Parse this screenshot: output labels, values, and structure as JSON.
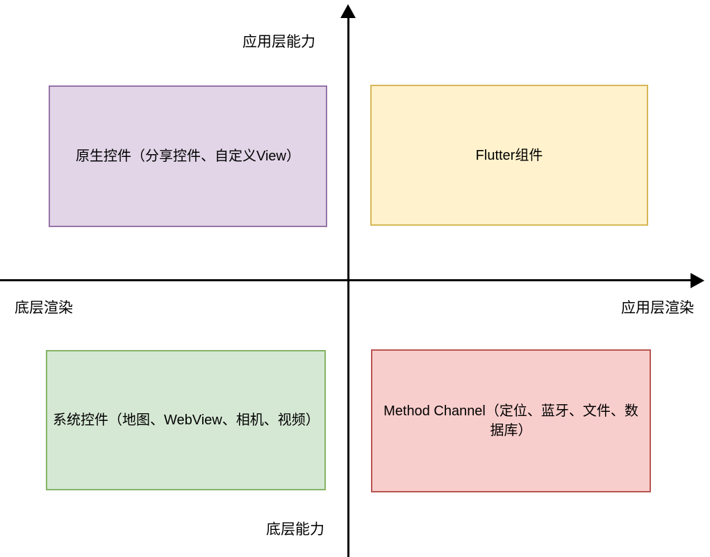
{
  "diagram": {
    "type": "quadrant-chart",
    "background": "#ffffff",
    "axes": {
      "vertical": {
        "name": "capability-axis",
        "top_label": "应用层能力",
        "bottom_label": "底层能力",
        "color": "#000000",
        "arrow_direction": "up"
      },
      "horizontal": {
        "name": "rendering-axis",
        "left_label": "底层渲染",
        "right_label": "应用层渲染",
        "color": "#000000",
        "arrow_direction": "right"
      }
    },
    "quadrants": [
      {
        "id": "top-left",
        "name": "native-widgets",
        "text": "原生控件（分享控件、自定义View）",
        "fill": "#e1d5e7",
        "stroke": "#9673a6"
      },
      {
        "id": "top-right",
        "name": "flutter-widgets",
        "text": "Flutter组件",
        "fill": "#fff2cc",
        "stroke": "#d6b656"
      },
      {
        "id": "bottom-left",
        "name": "system-widgets",
        "text": "系统控件（地图、WebView、相机、视频）",
        "fill": "#d5e8d4",
        "stroke": "#82b366"
      },
      {
        "id": "bottom-right",
        "name": "method-channel",
        "text": "Method Channel（定位、蓝牙、文件、数据库）",
        "fill": "#f8cecc",
        "stroke": "#b85450"
      }
    ]
  }
}
